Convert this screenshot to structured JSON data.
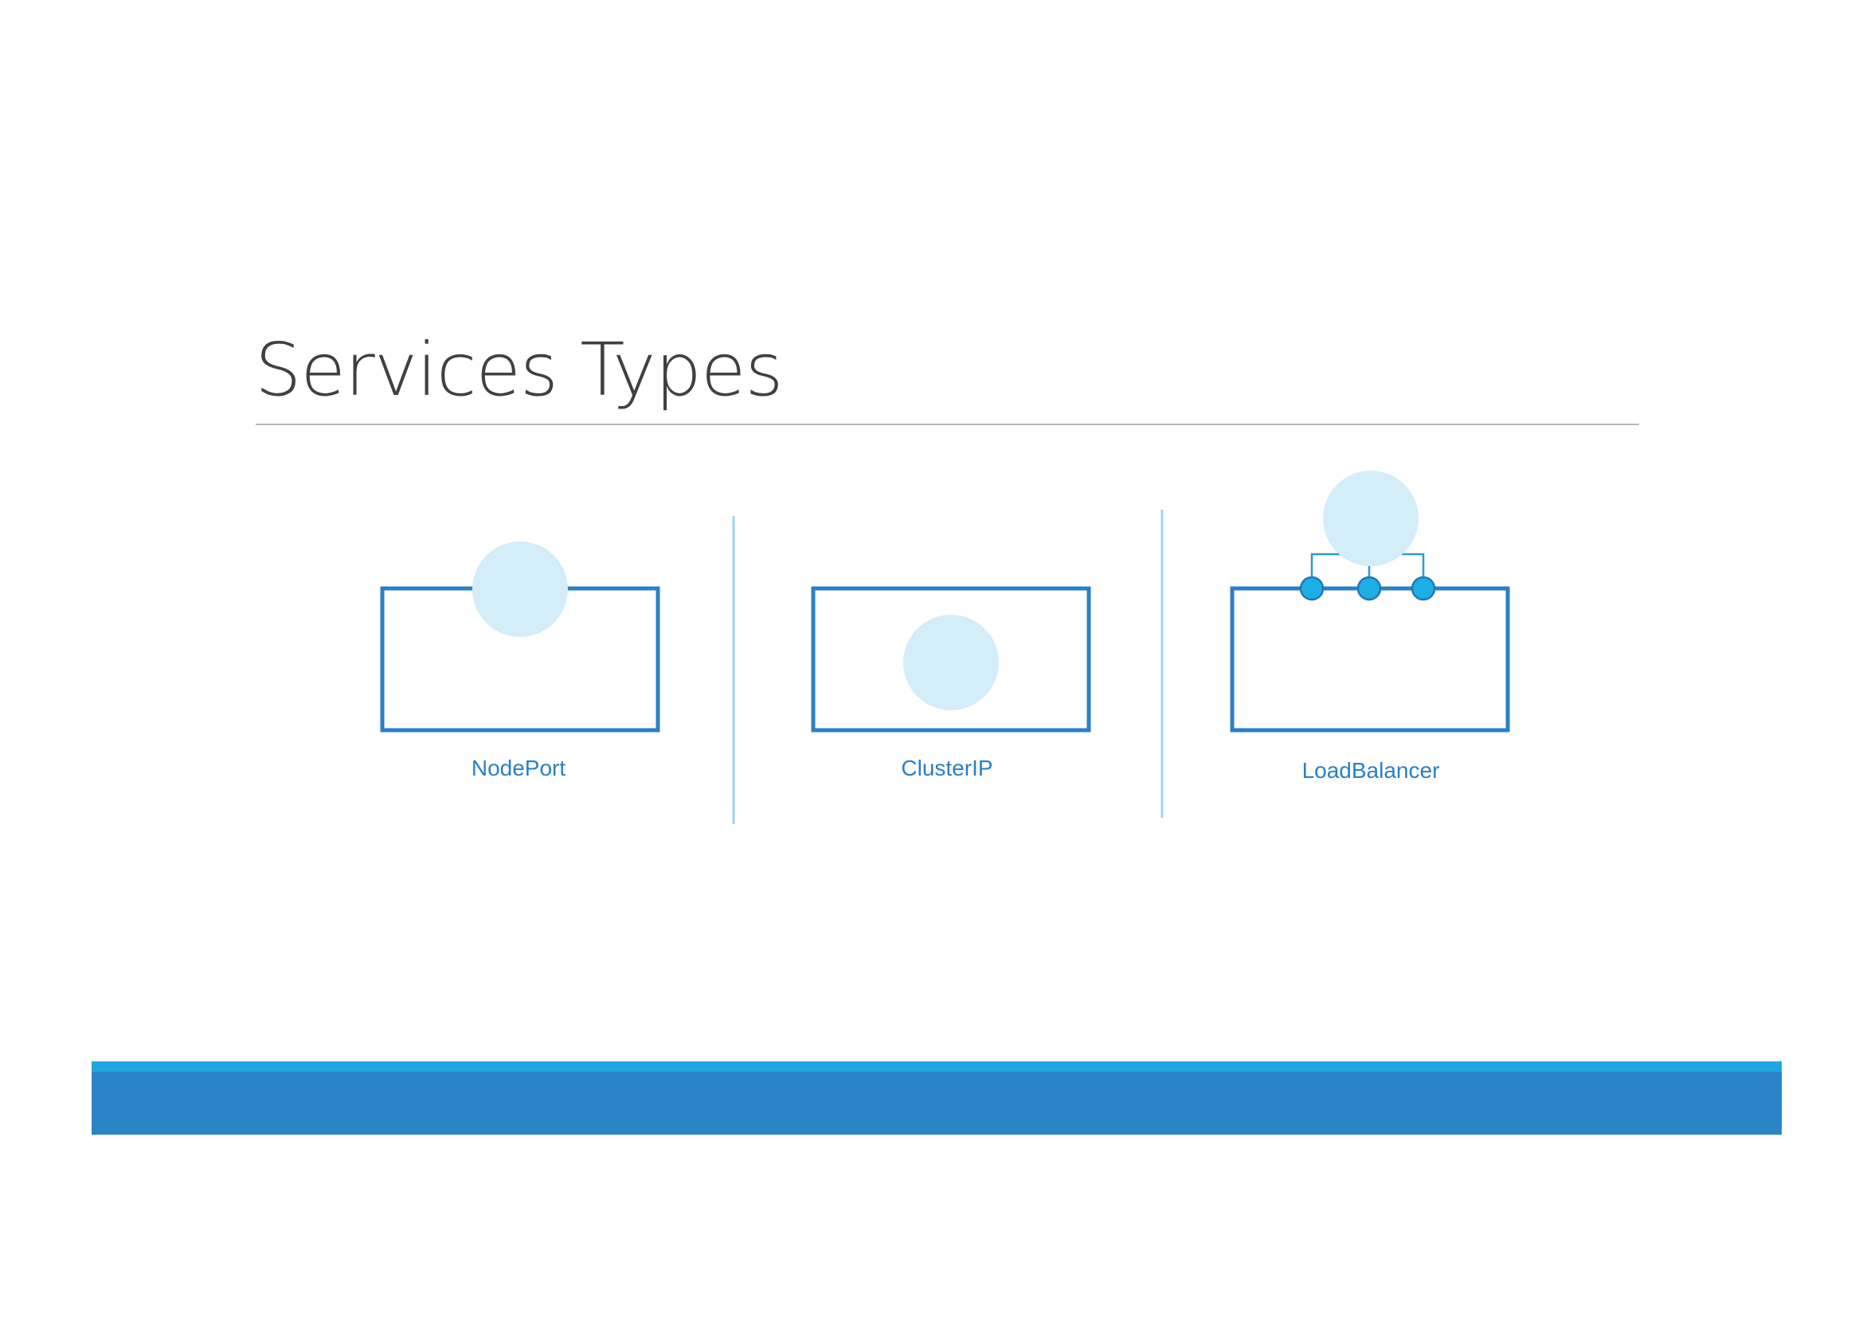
{
  "slide": {
    "title": "Services Types"
  },
  "service_types": [
    {
      "label": "NodePort"
    },
    {
      "label": "ClusterIP"
    },
    {
      "label": "LoadBalancer"
    }
  ],
  "colors": {
    "box_stroke": "#2a7fc8",
    "pod_fill": "#d3eef8",
    "port_fill": "#1eaee6",
    "divider": "#9fd4ec",
    "label": "#2a7fc8",
    "title": "#404040",
    "footer_accent": "#1ea7e1",
    "footer_bar": "#2a84c6"
  }
}
